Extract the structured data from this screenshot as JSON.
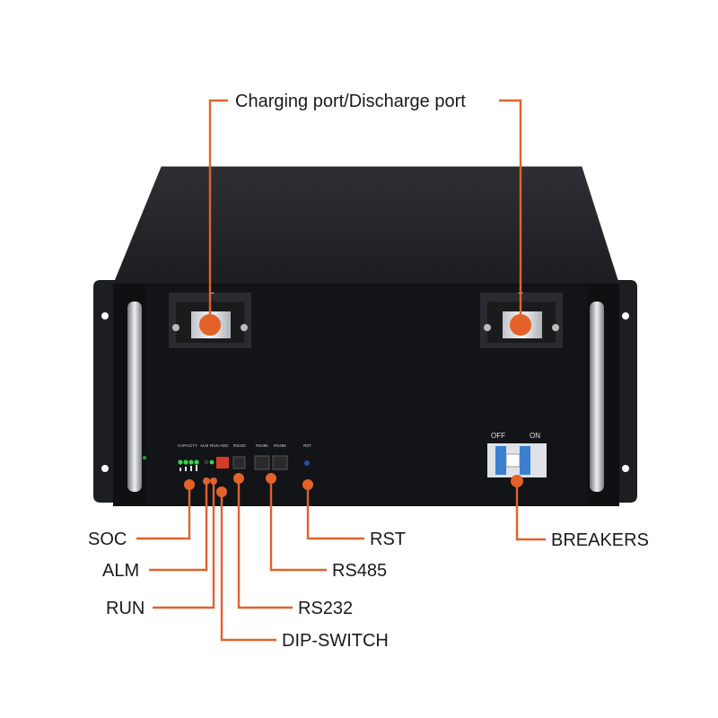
{
  "callouts": {
    "ports": "Charging port/Discharge port",
    "soc": "SOC",
    "alm": "ALM",
    "run": "RUN",
    "dip": "DIP-SWITCH",
    "rs232": "RS232",
    "rs485": "RS485",
    "rst": "RST",
    "breakers": "BREAKERS"
  },
  "panel_labels": {
    "capacity": "CAPACITY",
    "alm": "ALM",
    "run": "RUN",
    "add": "ADD",
    "rs232": "RS232",
    "rs485a": "RS485",
    "rs485b": "RS485",
    "rst": "RST",
    "off": "OFF",
    "on": "ON",
    "minus": "−",
    "plus": "+"
  },
  "colors": {
    "callout": "#e2622a",
    "body": "#1b1c1e",
    "led_green": "#33d64a",
    "breaker_blue": "#3b7fd0"
  }
}
